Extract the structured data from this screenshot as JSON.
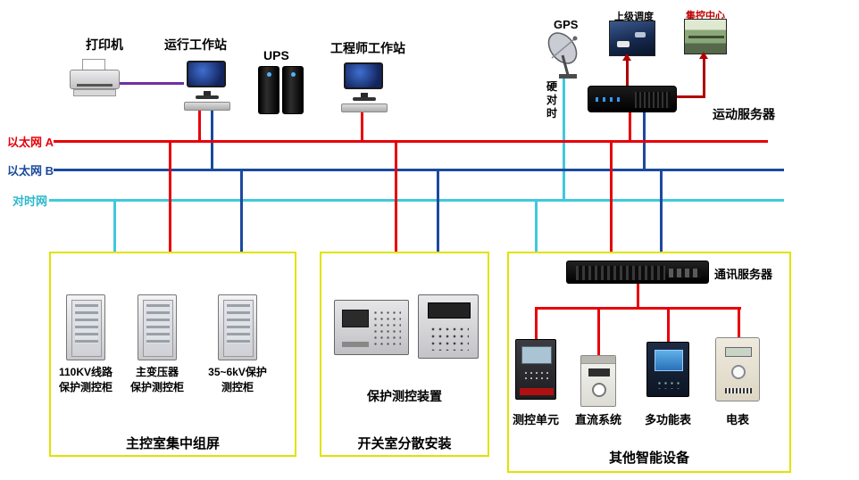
{
  "colors": {
    "ethernet_a": "#e8000a",
    "ethernet_b": "#1b4a9e",
    "time_net": "#40c8dc",
    "printer_link": "#7030a0",
    "uplink": "#b00000",
    "group_border": "#e2e200"
  },
  "top": {
    "printer": "打印机",
    "operator_ws": "运行工作站",
    "ups": "UPS",
    "engineer_ws": "工程师工作站",
    "gps": "GPS",
    "dispatch": "上级调度",
    "control_center": "集控中心",
    "server": "运动服务器",
    "hard_time_sync": "硬\n对\n时"
  },
  "buses": {
    "ethernet_a": "以太网 A",
    "ethernet_b": "以太网 B",
    "time_net": "对时网"
  },
  "left_group": {
    "title": "主控室集中组屏",
    "cabinets": [
      {
        "label": "110KV线路\n保护测控柜"
      },
      {
        "label": "主变压器\n保护测控柜"
      },
      {
        "label": "35~6kV保护\n测控柜"
      }
    ]
  },
  "middle_group": {
    "title": "开关室分散安装",
    "device": "保护测控装置"
  },
  "right_group": {
    "title": "其他智能设备",
    "comm_server": "通讯服务器",
    "devices": [
      {
        "label": "测控单元"
      },
      {
        "label": "直流系统"
      },
      {
        "label": "多功能表"
      },
      {
        "label": "电表"
      }
    ]
  }
}
